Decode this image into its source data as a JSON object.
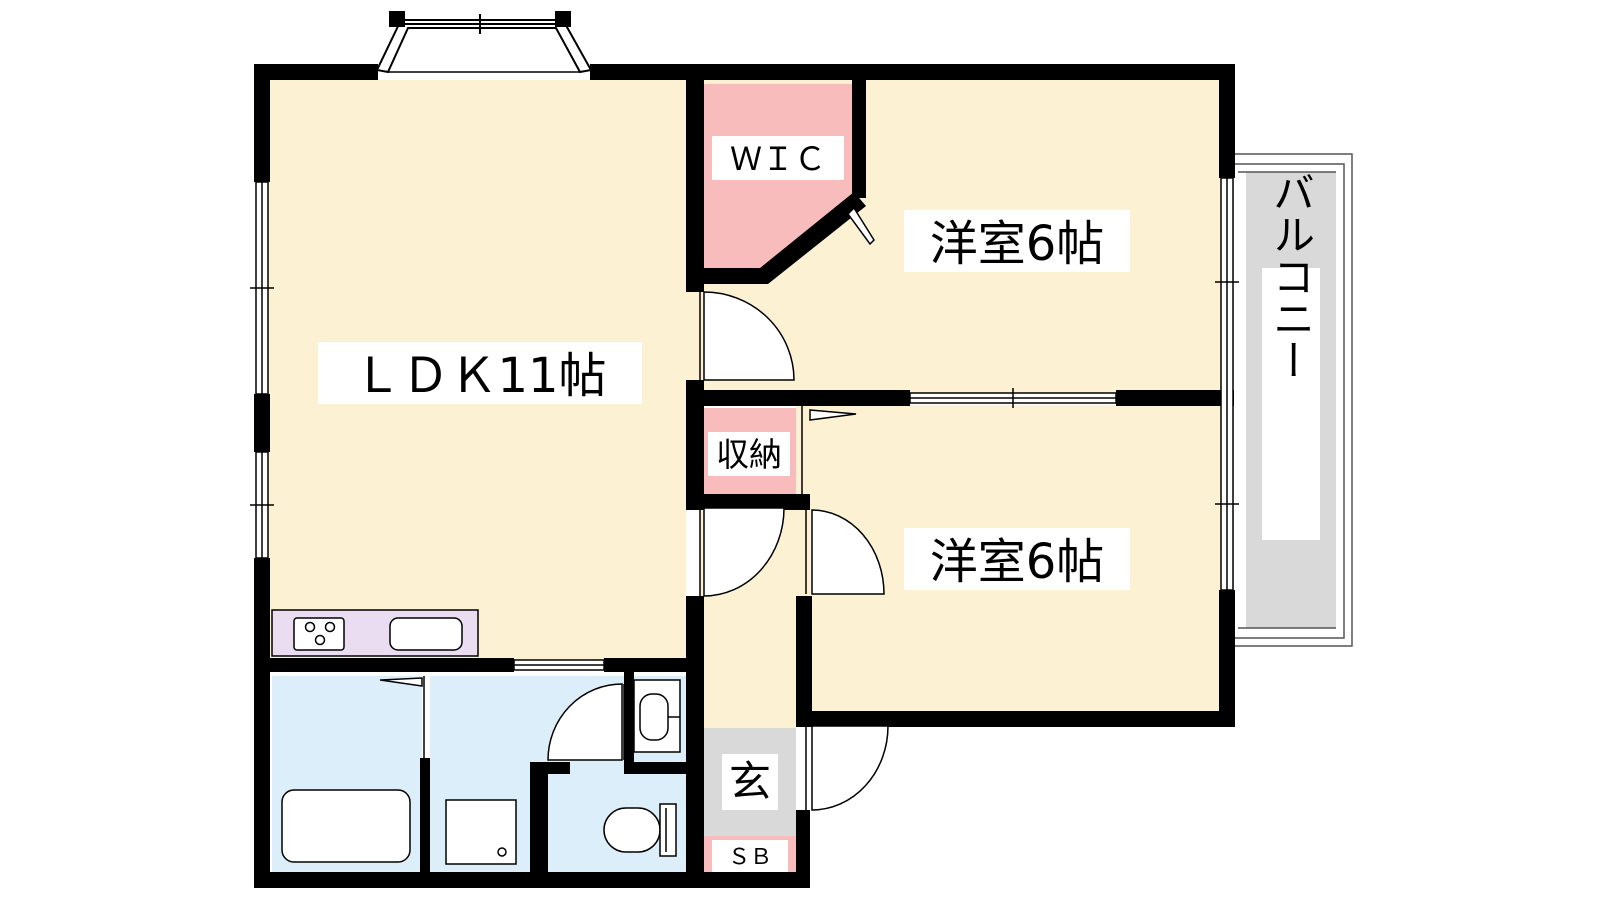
{
  "rooms": {
    "ldk": "ＬＤＫ11帖",
    "bedroom_north": "洋室6帖",
    "bedroom_south": "洋室6帖",
    "wic": "ＷＩＣ",
    "storage": "収納",
    "entrance": "玄",
    "shoe_box": "ＳＢ",
    "balcony": "バルコニー"
  },
  "colors": {
    "wall": "#000000",
    "living_floor": "#fdf1d4",
    "closet_floor": "#f9bcbc",
    "wet_area_floor": "#ddeefb",
    "kitchen_counter": "#eadcf1",
    "entrance_floor": "#d9d9d9",
    "balcony_floor": "#d9d9d9"
  }
}
